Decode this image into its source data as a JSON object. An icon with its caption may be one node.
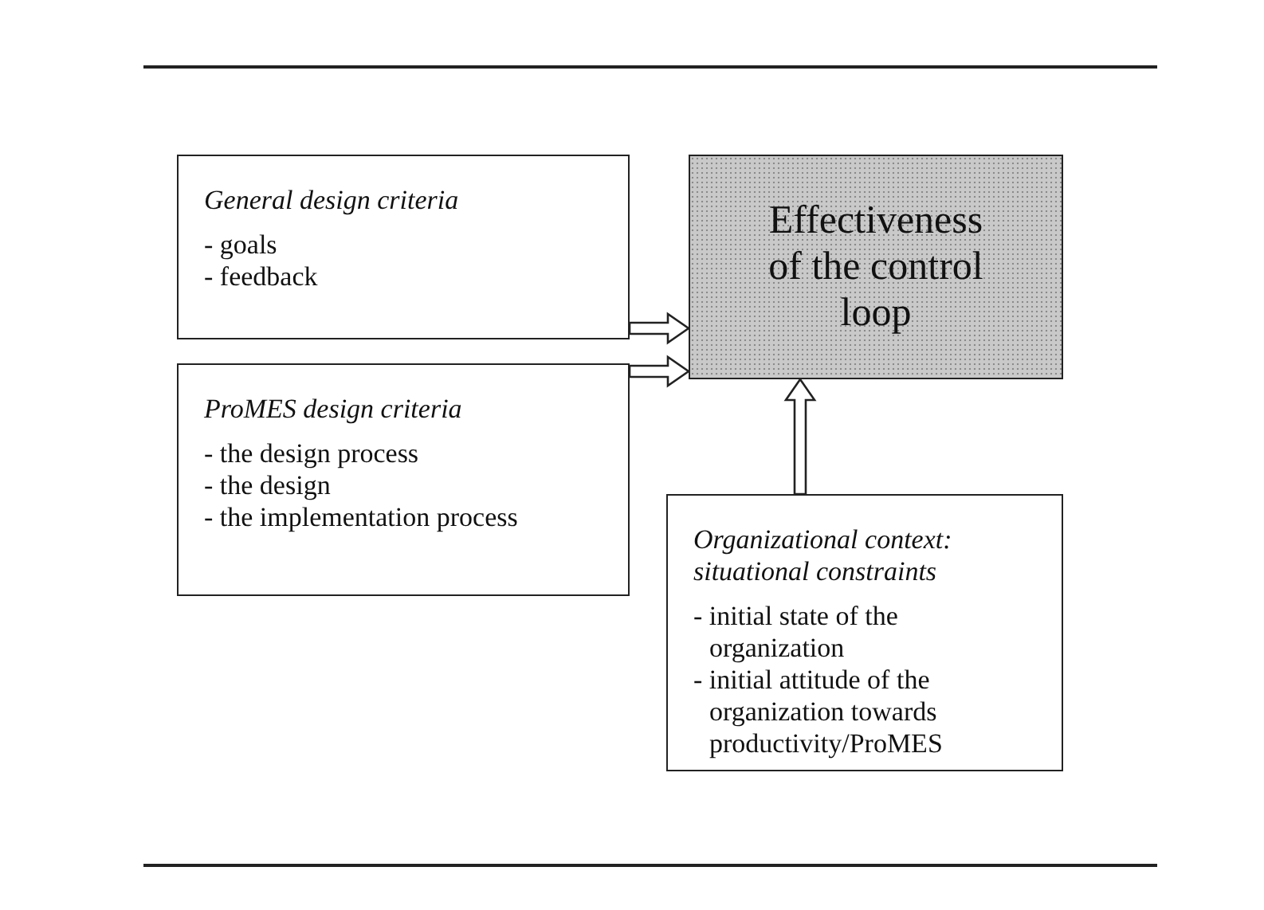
{
  "diagram": {
    "nodes": [
      {
        "text": [
          "General design criteria",
          "- goals",
          "- feedback"
        ]
      },
      {
        "text": [
          "ProMES design criteria",
          "- the design process",
          "- the design",
          "- the implementation process"
        ]
      },
      {
        "text": [
          "Effectiveness of the control loop"
        ]
      },
      {
        "text": [
          "Organizational context: situational constraints",
          "- initial state of the organization",
          "- initial attitude of the organization towards productivity/ProMES"
        ]
      }
    ],
    "edges": [
      {
        "from": 0,
        "to": 2,
        "arrow": "to"
      },
      {
        "from": 1,
        "to": 2,
        "arrow": "to"
      },
      {
        "from": 3,
        "to": 2,
        "arrow": "to"
      }
    ]
  }
}
